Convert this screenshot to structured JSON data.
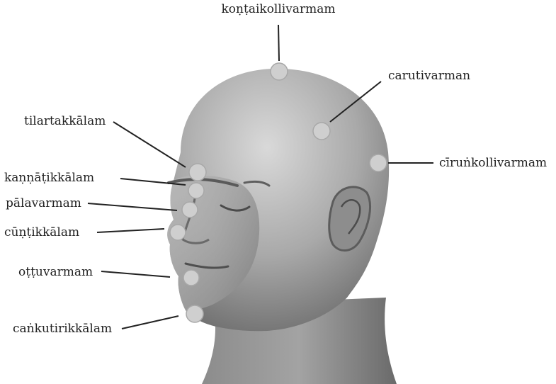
{
  "points": [
    {
      "id": "kontaikollivarmam",
      "label": "koṇṭaikollivarmam"
    },
    {
      "id": "carutivarman",
      "label": "carutivarman"
    },
    {
      "id": "ciirunkollivarmam",
      "label": "cīruṅkollivarmam"
    },
    {
      "id": "tilartakkalam",
      "label": "tilartakkālam"
    },
    {
      "id": "kannatikkalam",
      "label": "kaṇṇāṭikkālam"
    },
    {
      "id": "palavarmam",
      "label": "pālavarmam"
    },
    {
      "id": "cuntikkalam",
      "label": "cūṇṭikkālam"
    },
    {
      "id": "ottuvarmam",
      "label": "oṭṭuvarmam"
    },
    {
      "id": "cankutirikkalam",
      "label": "caṅkutirikkālam"
    }
  ]
}
